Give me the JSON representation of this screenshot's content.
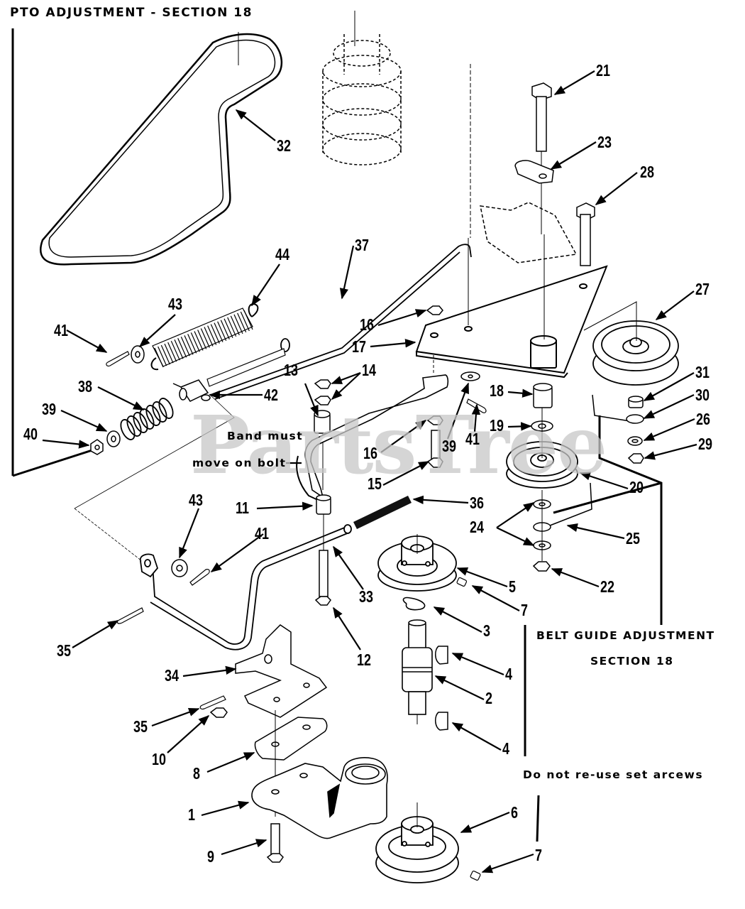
{
  "diagram": {
    "title": "PTO ADJUSTMENT - SECTION 18",
    "watermark": "PartsTree",
    "notes": {
      "band_line1": "Band must",
      "band_line2": "move on bolt",
      "belt_guide_line1": "BELT GUIDE ADJUSTMENT",
      "belt_guide_line2": "SECTION 18",
      "set_screws": "Do not re-use set arcews"
    },
    "callouts": [
      {
        "id": "c21",
        "label": "21",
        "part": "bolt"
      },
      {
        "id": "c23",
        "label": "23",
        "part": "belt-guide-clip"
      },
      {
        "id": "c28",
        "label": "28",
        "part": "bolt"
      },
      {
        "id": "c32",
        "label": "32",
        "part": "v-belt"
      },
      {
        "id": "c37",
        "label": "37",
        "part": "pto-rod"
      },
      {
        "id": "c44",
        "label": "44",
        "part": "extension-spring"
      },
      {
        "id": "c43a",
        "label": "43",
        "part": "washer"
      },
      {
        "id": "c41a",
        "label": "41",
        "part": "cotter-pin"
      },
      {
        "id": "c42",
        "label": "42",
        "part": "trunnion"
      },
      {
        "id": "c38",
        "label": "38",
        "part": "compression-spring"
      },
      {
        "id": "c39a",
        "label": "39",
        "part": "washer"
      },
      {
        "id": "c40",
        "label": "40",
        "part": "nut"
      },
      {
        "id": "c13",
        "label": "13",
        "part": "spacer"
      },
      {
        "id": "c14",
        "label": "14",
        "part": "nuts"
      },
      {
        "id": "c16a",
        "label": "16",
        "part": "nut"
      },
      {
        "id": "c17",
        "label": "17",
        "part": "idler-bracket"
      },
      {
        "id": "c16b",
        "label": "16",
        "part": "nut"
      },
      {
        "id": "c15",
        "label": "15",
        "part": "bolt"
      },
      {
        "id": "c39b",
        "label": "39",
        "part": "washer"
      },
      {
        "id": "c41b",
        "label": "41",
        "part": "cotter-pin"
      },
      {
        "id": "c18",
        "label": "18",
        "part": "spacer"
      },
      {
        "id": "c19",
        "label": "19",
        "part": "washer"
      },
      {
        "id": "c27",
        "label": "27",
        "part": "idler-pulley"
      },
      {
        "id": "c31",
        "label": "31",
        "part": "spacer"
      },
      {
        "id": "c30",
        "label": "30",
        "part": "belt-guide"
      },
      {
        "id": "c26",
        "label": "26",
        "part": "washer"
      },
      {
        "id": "c29",
        "label": "29",
        "part": "nut"
      },
      {
        "id": "c20",
        "label": "20",
        "part": "idler-pulley"
      },
      {
        "id": "c11",
        "label": "11",
        "part": "spacer"
      },
      {
        "id": "c36",
        "label": "36",
        "part": "sleeve"
      },
      {
        "id": "c24",
        "label": "24",
        "part": "washers"
      },
      {
        "id": "c25",
        "label": "25",
        "part": "belt-guide"
      },
      {
        "id": "c22",
        "label": "22",
        "part": "nut"
      },
      {
        "id": "c43b",
        "label": "43",
        "part": "washer"
      },
      {
        "id": "c41c",
        "label": "41",
        "part": "cotter-pin"
      },
      {
        "id": "c33",
        "label": "33",
        "part": "pto-lever-rod"
      },
      {
        "id": "c5",
        "label": "5",
        "part": "pulley"
      },
      {
        "id": "c7a",
        "label": "7",
        "part": "set-screw"
      },
      {
        "id": "c12",
        "label": "12",
        "part": "bolt"
      },
      {
        "id": "c3",
        "label": "3",
        "part": "retaining-ring"
      },
      {
        "id": "c35a",
        "label": "35",
        "part": "cotter-pin"
      },
      {
        "id": "c4a",
        "label": "4",
        "part": "woodruff-key"
      },
      {
        "id": "c2",
        "label": "2",
        "part": "spindle-shaft"
      },
      {
        "id": "c34",
        "label": "34",
        "part": "bracket"
      },
      {
        "id": "c35b",
        "label": "35",
        "part": "cotter-pin"
      },
      {
        "id": "c4b",
        "label": "4",
        "part": "woodruff-key"
      },
      {
        "id": "c10",
        "label": "10",
        "part": "nut"
      },
      {
        "id": "c8",
        "label": "8",
        "part": "plate"
      },
      {
        "id": "c1",
        "label": "1",
        "part": "spindle-housing"
      },
      {
        "id": "c6",
        "label": "6",
        "part": "pulley"
      },
      {
        "id": "c9",
        "label": "9",
        "part": "bolt"
      },
      {
        "id": "c7b",
        "label": "7",
        "part": "set-screw"
      }
    ]
  }
}
